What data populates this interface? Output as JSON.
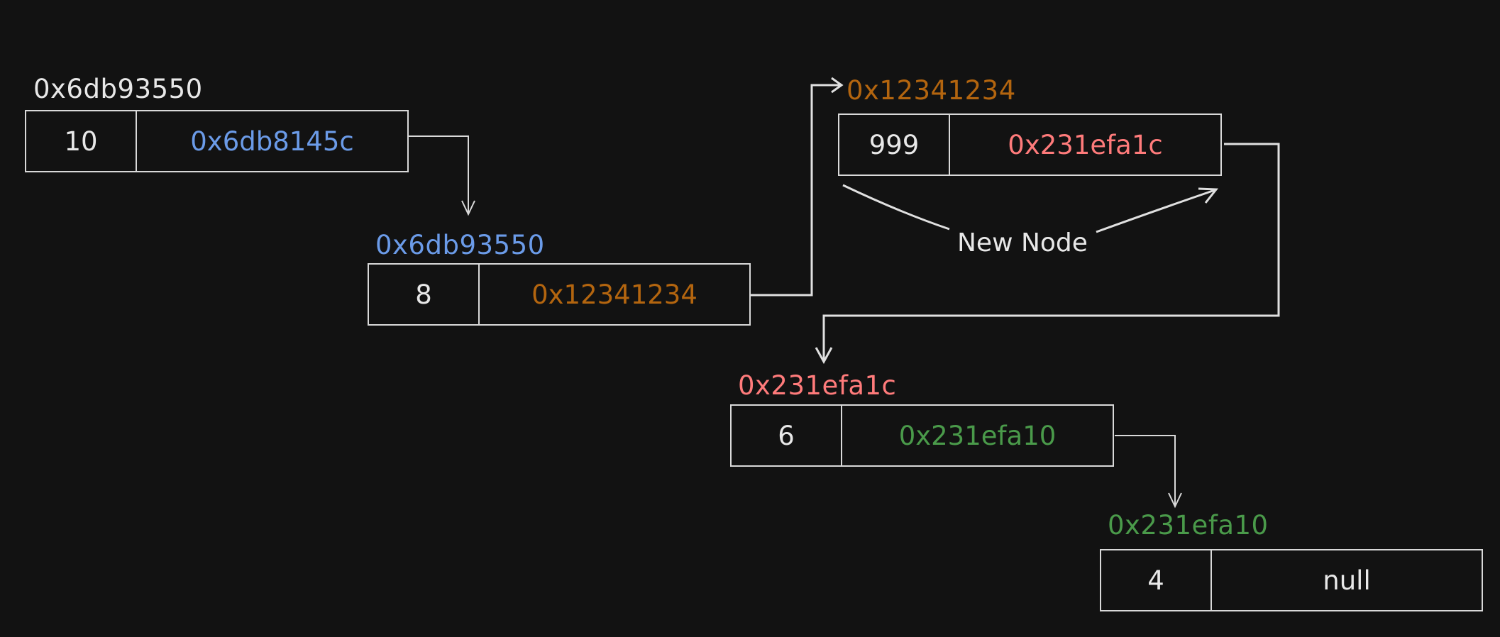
{
  "colors": {
    "background": "#121212",
    "white": "#e8e8e8",
    "blue": "#6b9be8",
    "orange": "#b3650f",
    "red": "#ff7b7b",
    "green": "#4a9a4a"
  },
  "nodes": [
    {
      "id": "n1",
      "address": "0x6db93550",
      "value": "10",
      "next": "0x6db8145c",
      "address_color": "white",
      "next_color": "blue"
    },
    {
      "id": "n2",
      "address": "0x6db93550",
      "value": "8",
      "next": "0x12341234",
      "address_color": "blue",
      "next_color": "orange"
    },
    {
      "id": "n3",
      "address": "0x12341234",
      "value": "999",
      "next": "0x231efa1c",
      "address_color": "orange",
      "next_color": "red"
    },
    {
      "id": "n4",
      "address": "0x231efa1c",
      "value": "6",
      "next": "0x231efa10",
      "address_color": "red",
      "next_color": "green"
    },
    {
      "id": "n5",
      "address": "0x231efa10",
      "value": "4",
      "next": "null",
      "address_color": "green",
      "next_color": "white"
    }
  ],
  "annotation": {
    "label": "New Node"
  }
}
